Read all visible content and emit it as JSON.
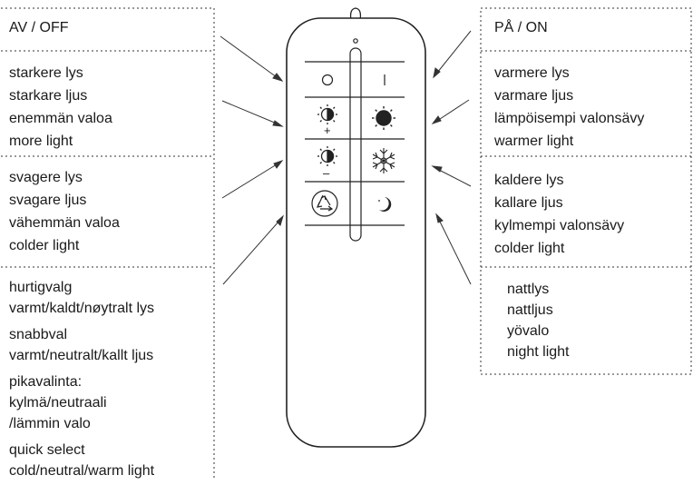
{
  "left_labels": {
    "power_off": [
      "AV / OFF"
    ],
    "brighter": [
      "starkere lys",
      "starkare ljus",
      "enemmän valoa",
      "more light"
    ],
    "dimmer": [
      "svagere lys",
      "svagare ljus",
      "vähemmän valoa",
      "colder light"
    ],
    "quick_select": [
      [
        "hurtigvalg",
        "varmt/kaldt/nøytralt lys"
      ],
      [
        "snabbval",
        "varmt/neutralt/kallt ljus"
      ],
      [
        "pikavalinta:",
        "kylmä/neutraali",
        "/lämmin valo"
      ],
      [
        "quick select",
        "cold/neutral/warm light"
      ]
    ]
  },
  "right_labels": {
    "power_on": [
      "PÅ / ON"
    ],
    "warmer": [
      "varmere lys",
      "varmare ljus",
      "lämpöisempi valonsävy",
      "warmer light"
    ],
    "colder": [
      "kaldere lys",
      "kallare ljus",
      "kylmempi valonsävy",
      "colder light"
    ],
    "night": [
      "nattlys",
      "nattljus",
      "yövalo",
      "night light"
    ]
  },
  "remote": {
    "buttons": [
      {
        "name": "off-button",
        "icon": "circle-off-icon"
      },
      {
        "name": "on-button",
        "icon": "line-on-icon"
      },
      {
        "name": "brighter-button",
        "icon": "half-sun-plus-icon"
      },
      {
        "name": "warmer-button",
        "icon": "sun-icon"
      },
      {
        "name": "dimmer-button",
        "icon": "half-sun-minus-icon"
      },
      {
        "name": "colder-button",
        "icon": "snowflake-icon"
      },
      {
        "name": "quick-select-button",
        "icon": "cycle-triangle-icon"
      },
      {
        "name": "night-button",
        "icon": "moon-icon"
      }
    ],
    "symbols": {
      "off": "O",
      "on": "I",
      "plus": "+",
      "minus": "–"
    }
  }
}
